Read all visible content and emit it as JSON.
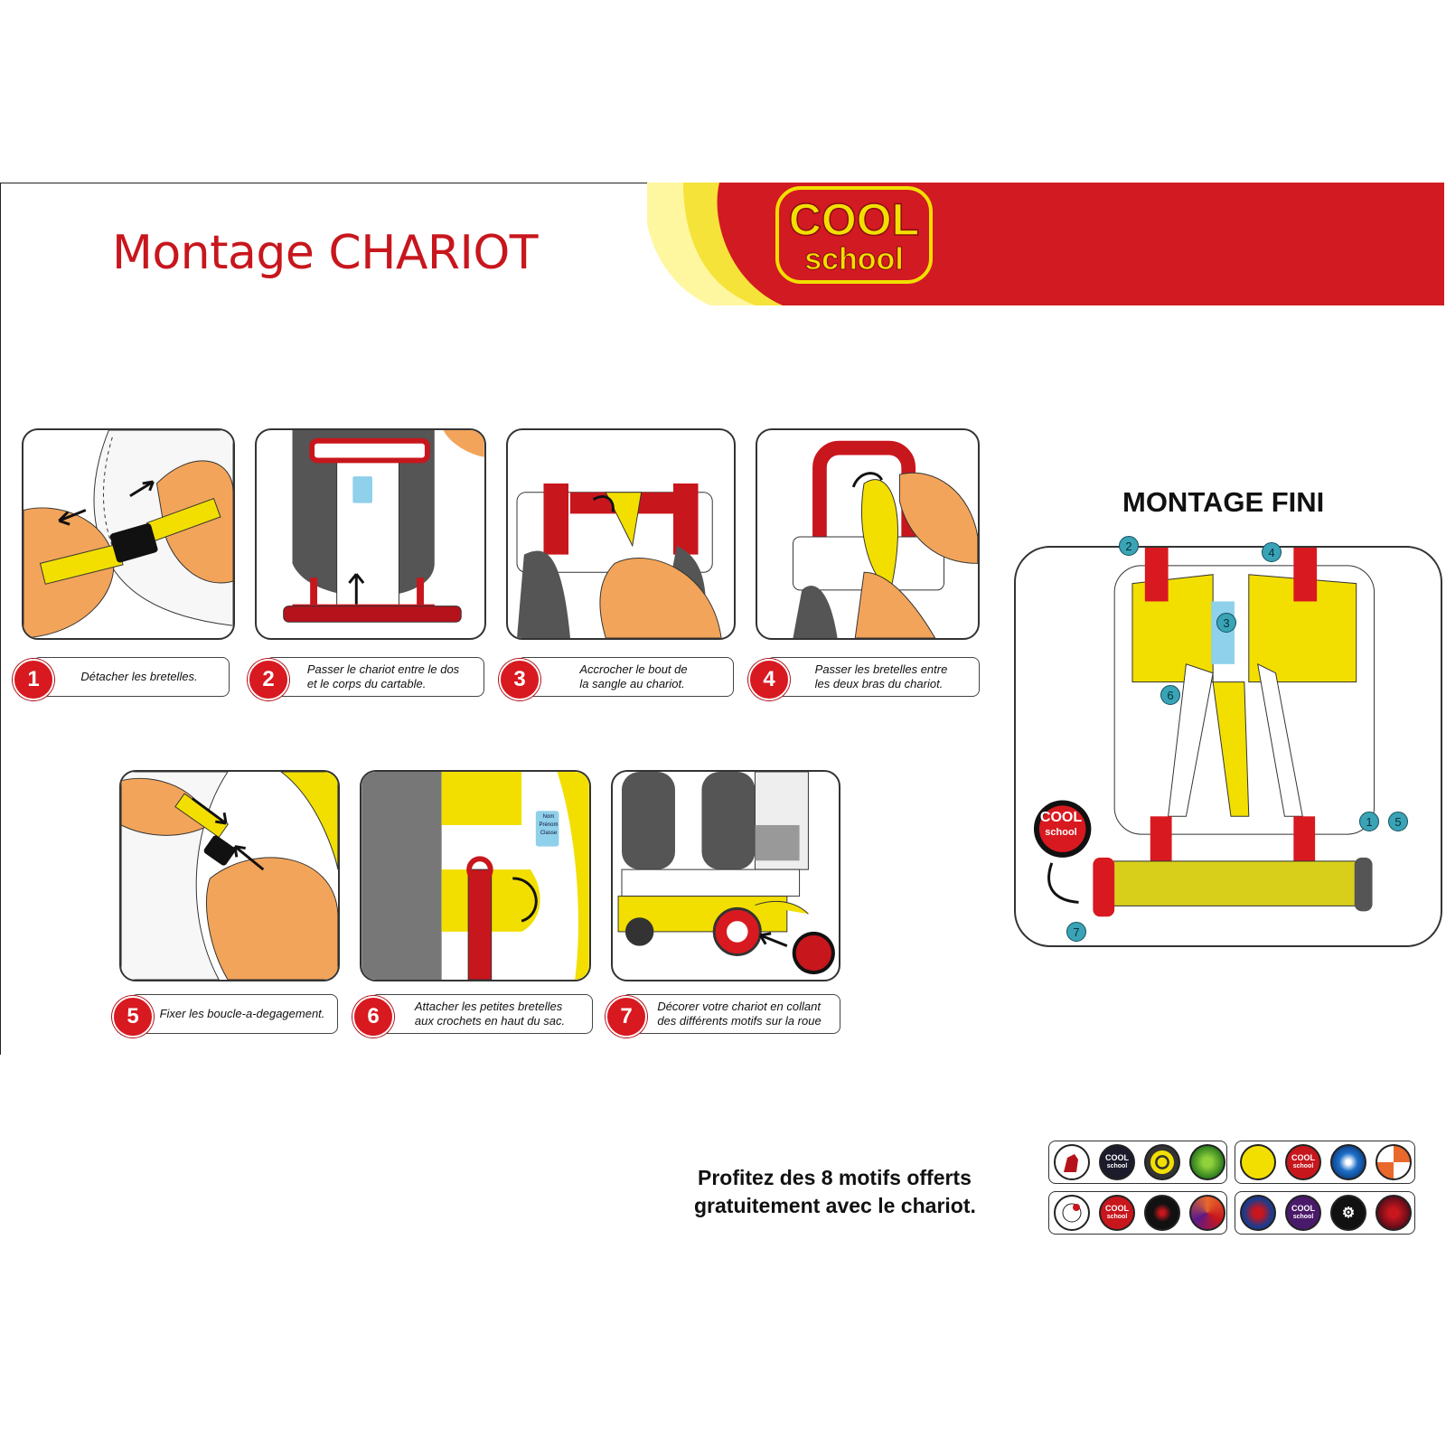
{
  "header": {
    "title": "Montage CHARIOT",
    "logo_text_top": "COOL",
    "logo_text_bottom": "school"
  },
  "steps": [
    {
      "number": "1",
      "text": "Détacher les bretelles."
    },
    {
      "number": "2",
      "text": "Passer le chariot entre le dos\net le corps du cartable."
    },
    {
      "number": "3",
      "text": "Accrocher le bout de\nla sangle au chariot."
    },
    {
      "number": "4",
      "text": "Passer les bretelles entre\nles deux bras du chariot."
    },
    {
      "number": "5",
      "text": "Fixer les boucle-a-degagement."
    },
    {
      "number": "6",
      "text": "Attacher les petites bretelles\naux crochets en haut du sac."
    },
    {
      "number": "7",
      "text": "Décorer votre chariot en collant\ndes différents motifs sur la roue"
    }
  ],
  "label_tag": {
    "nom": "Nom",
    "prenom": "Prénom",
    "classe": "Classe"
  },
  "montage_fini": {
    "title": "MONTAGE FINI",
    "callouts": [
      "2",
      "4",
      "3",
      "6",
      "1",
      "5",
      "7"
    ],
    "logo_top": "COOL",
    "logo_bottom": "school"
  },
  "offer": {
    "line1": "Profitez des 8 motifs offerts",
    "line2": "gratuitement  avec le chariot."
  },
  "motif_logo": {
    "top": "COOL",
    "bottom": "school"
  },
  "colors": {
    "red": "#d81920",
    "yellow": "#f2df00",
    "dark_red": "#b5121b",
    "teal": "#3aa3b6"
  }
}
